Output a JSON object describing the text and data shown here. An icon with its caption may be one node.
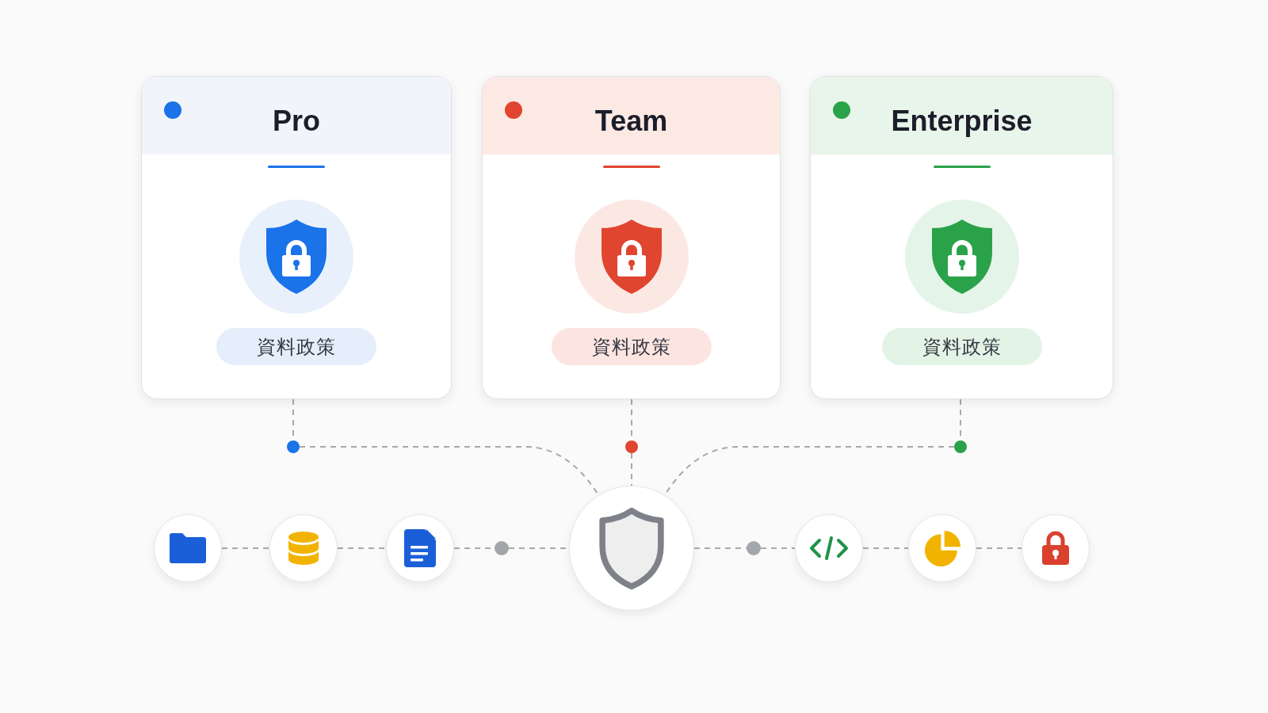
{
  "diagram": {
    "nodes": [
      {
        "text": [
          "Pro"
        ]
      },
      {
        "text": [
          "資料政策"
        ],
        "in": 0
      },
      {
        "text": [
          "Team"
        ]
      },
      {
        "text": [
          "資料政策"
        ],
        "in": 2
      },
      {
        "text": [
          "Enterprise"
        ]
      },
      {
        "text": [
          "資料政策"
        ],
        "in": 4
      },
      {
        "text": [],
        "shape": "circle"
      },
      {
        "text": [],
        "shape": "circle"
      },
      {
        "text": [],
        "shape": "circle"
      },
      {
        "text": [],
        "shape": "circle"
      },
      {
        "text": [],
        "shape": "circle"
      },
      {
        "text": [],
        "shape": "circle"
      },
      {
        "text": [],
        "shape": "circle"
      },
      {
        "text": [],
        "shape": "circle"
      },
      {
        "text": [],
        "shape": "circle"
      },
      {
        "text": [],
        "shape": "circle"
      },
      {
        "text": [],
        "shape": "circle"
      },
      {
        "text": [],
        "shape": "circle"
      }
    ],
    "edges": [
      {
        "from": 0,
        "to": 6,
        "arrow": "none",
        "style": "dashed"
      },
      {
        "from": 2,
        "to": 7,
        "arrow": "none",
        "style": "dashed"
      },
      {
        "from": 4,
        "to": 8,
        "arrow": "none",
        "style": "dashed"
      },
      {
        "from": 6,
        "to": 13,
        "arrow": "none",
        "style": "dashed"
      },
      {
        "from": 7,
        "to": 13,
        "arrow": "none",
        "style": "dashed"
      },
      {
        "from": 8,
        "to": 13,
        "arrow": "none",
        "style": "dashed"
      },
      {
        "from": 9,
        "to": 10,
        "arrow": "none",
        "style": "dashed"
      },
      {
        "from": 10,
        "to": 11,
        "arrow": "none",
        "style": "dashed"
      },
      {
        "from": 11,
        "to": 12,
        "arrow": "none",
        "style": "dashed"
      },
      {
        "from": 12,
        "to": 13,
        "arrow": "none",
        "style": "dashed"
      },
      {
        "from": 13,
        "to": 14,
        "arrow": "none",
        "style": "dashed"
      },
      {
        "from": 14,
        "to": 15,
        "arrow": "none",
        "style": "dashed"
      },
      {
        "from": 15,
        "to": 16,
        "arrow": "none",
        "style": "dashed"
      },
      {
        "from": 16,
        "to": 17,
        "arrow": "none",
        "style": "dashed"
      }
    ]
  }
}
